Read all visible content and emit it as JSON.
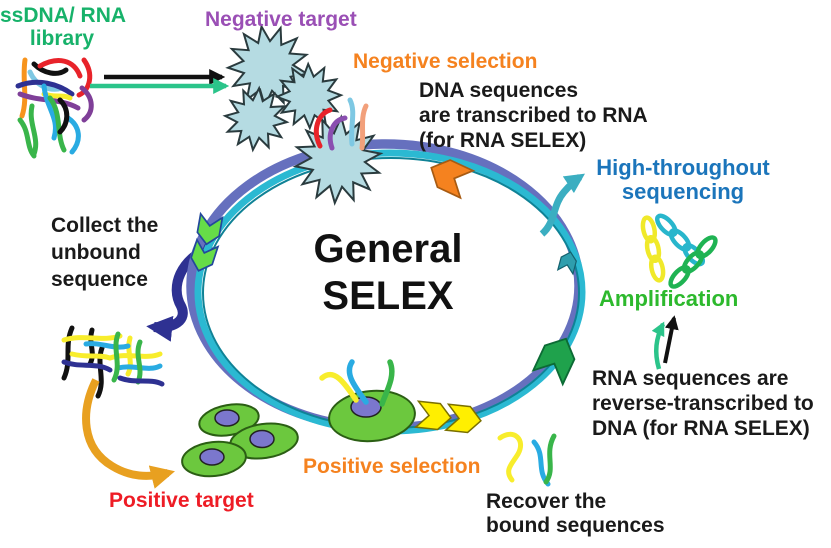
{
  "figure": {
    "title_lines": [
      "General",
      "SELEX"
    ],
    "labels": {
      "library": {
        "lines": [
          "ssDNA/ RNA",
          "library"
        ],
        "color": "#17B26A"
      },
      "negative_target": {
        "text": "Negative target",
        "color": "#9A4FB5"
      },
      "negative_selection": {
        "text": "Negative selection",
        "color": "#F5821F"
      },
      "dna_transcribed": {
        "lines": [
          "DNA sequences",
          "are transcribed to RNA",
          "(for RNA SELEX)"
        ],
        "color": "#1A1A1A"
      },
      "high_throughput": {
        "lines": [
          "High-throughout",
          "sequencing"
        ],
        "color": "#1B75BB"
      },
      "amplification": {
        "text": "Amplification",
        "color": "#2DB92D"
      },
      "rna_reverse": {
        "lines": [
          "RNA sequences are",
          "reverse-transcribed to",
          "DNA (for RNA SELEX)"
        ],
        "color": "#1A1A1A"
      },
      "recover_bound": {
        "lines": [
          "Recover the",
          "bound sequences"
        ],
        "color": "#1A1A1A"
      },
      "positive_selection": {
        "text": "Positive selection",
        "color": "#F5821F"
      },
      "positive_target": {
        "text": "Positive target",
        "color": "#EE1C25"
      },
      "collect_unbound": {
        "lines": [
          "Collect the",
          "unbound",
          "sequence"
        ],
        "color": "#1A1A1A"
      }
    },
    "palette": {
      "ring_cyan": "#2BB9D2",
      "ring_purple": "#6670BE",
      "starburst_fill": "#B5DBE2",
      "cell_fill": "#6CC83E",
      "nucleus_fill": "#7B77CD",
      "arrow_navy": "#2E3192",
      "arrow_gold": "#E8A020",
      "arrow_teal": "#3BAEC1",
      "arrow_mint": "#2BC48A",
      "chevron_yellow": "#FFEF00",
      "chevron_lightgreen": "#66DC48",
      "chevron_green": "#1FA24C",
      "chevron_orange": "#F5821F",
      "chevron_teal": "#2E9EAD"
    }
  }
}
